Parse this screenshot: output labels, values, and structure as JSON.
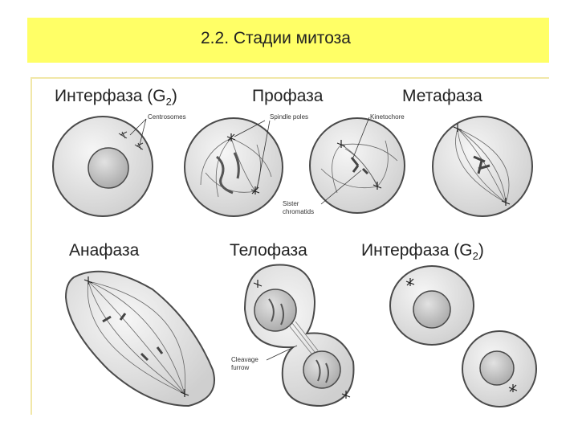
{
  "slide": {
    "title": "2.2. Стадии митоза"
  },
  "stages": {
    "interphase_1": {
      "label": "Интерфаза (G",
      "sub": "2",
      "close": ")"
    },
    "prophase": {
      "label": "Профаза"
    },
    "metaphase": {
      "label": "Метафаза"
    },
    "anaphase": {
      "label": "Анафаза"
    },
    "telophase": {
      "label": "Телофаза"
    },
    "interphase_2": {
      "label": "Интерфаза (G",
      "sub": "2",
      "close": ")"
    }
  },
  "annotations": {
    "centrosomes": "Centrosomes",
    "spindle_poles": "Spindle poles",
    "kinetochore": "Kinetochore",
    "sister_1": "Sister",
    "sister_2": "chromatids",
    "cleavage_1": "Cleavage",
    "cleavage_2": "furrow"
  },
  "colors": {
    "title_bar": "#ffff66",
    "cell_fill": "#e4e4e4",
    "nucleus_fill": "#c4c4c4",
    "outline": "#4a4a4a"
  }
}
